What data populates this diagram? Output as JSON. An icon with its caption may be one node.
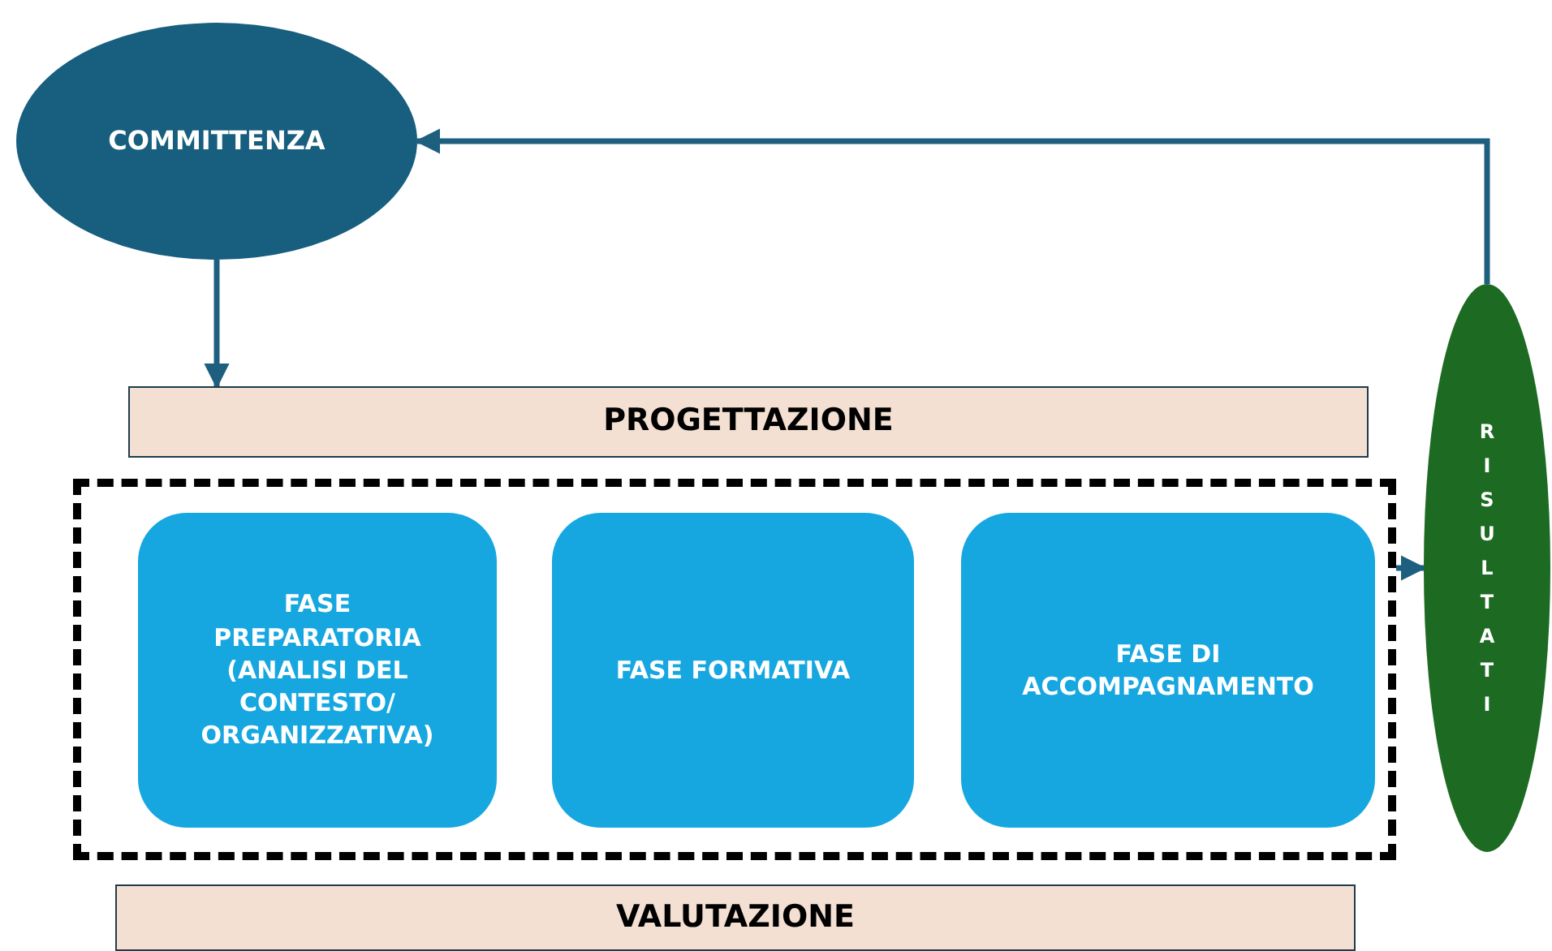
{
  "diagram": {
    "nodes": [
      {
        "text": [
          "COMMITTENZA"
        ]
      },
      {
        "text": [
          "PROGETTAZIONE"
        ]
      },
      {
        "text": [],
        "shape": "box"
      },
      {
        "text": [
          "FASE PREPARATORIA (ANALISI DEL CONTESTO/ ORGANIZZATIVA)"
        ],
        "in": 2
      },
      {
        "text": [
          "FASE FORMATIVA"
        ],
        "in": 2
      },
      {
        "text": [
          "FASE DI ACCOMPAGNAMENTO"
        ],
        "in": 2
      },
      {
        "text": [
          "VALUTAZIONE"
        ]
      },
      {
        "text": [
          "RISULTATI"
        ]
      }
    ],
    "edges": [
      {
        "from": 0,
        "to": 1,
        "arrow": "to"
      },
      {
        "from": 2,
        "to": 7,
        "arrow": "to"
      },
      {
        "from": 7,
        "to": 0,
        "arrow": "to"
      }
    ]
  }
}
